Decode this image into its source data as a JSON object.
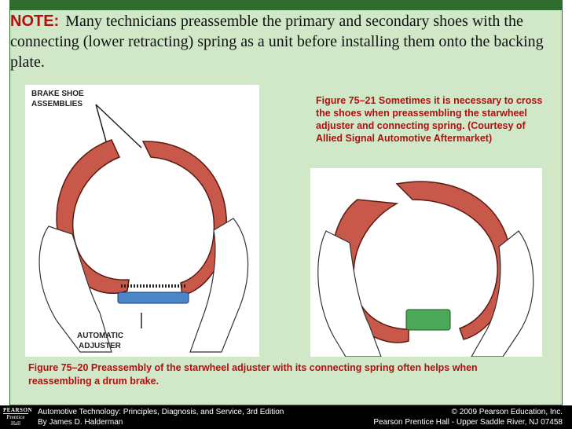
{
  "note": {
    "label": "NOTE:",
    "text": "Many technicians preassemble the primary and secondary shoes with the connecting (lower retracting) spring as a unit before installing them onto the backing plate."
  },
  "figure_left": {
    "label_top_line1": "BRAKE SHOE",
    "label_top_line2": "ASSEMBLIES",
    "label_bottom_line1": "AUTOMATIC",
    "label_bottom_line2": "ADJUSTER",
    "caption": "Figure 75–20 Preassembly of the starwheel adjuster with its connecting spring often helps when reassembling a drum brake."
  },
  "figure_right": {
    "caption": "Figure 75–21 Sometimes it is necessary to cross the shoes when preassembling the starwheel adjuster and connecting spring. (Courtesy of Allied Signal Automotive Aftermarket)"
  },
  "footer": {
    "logo_line1": "PEARSON",
    "logo_line2": "Prentice",
    "logo_line3": "Hall",
    "left_line1": "Automotive Technology: Principles, Diagnosis, and Service, 3rd Edition",
    "left_line2": "By James D. Halderman",
    "right_line1": "© 2009 Pearson Education, Inc.",
    "right_line2": "Pearson Prentice Hall - Upper Saddle River, NJ 07458"
  },
  "colors": {
    "background": "#d0e8c8",
    "accent_red": "#b20f0f",
    "shoe_red": "#c8584a",
    "adjuster_blue": "#4a86c8",
    "adjuster_green": "#4aa858",
    "frame_green": "#2f6d2f"
  }
}
